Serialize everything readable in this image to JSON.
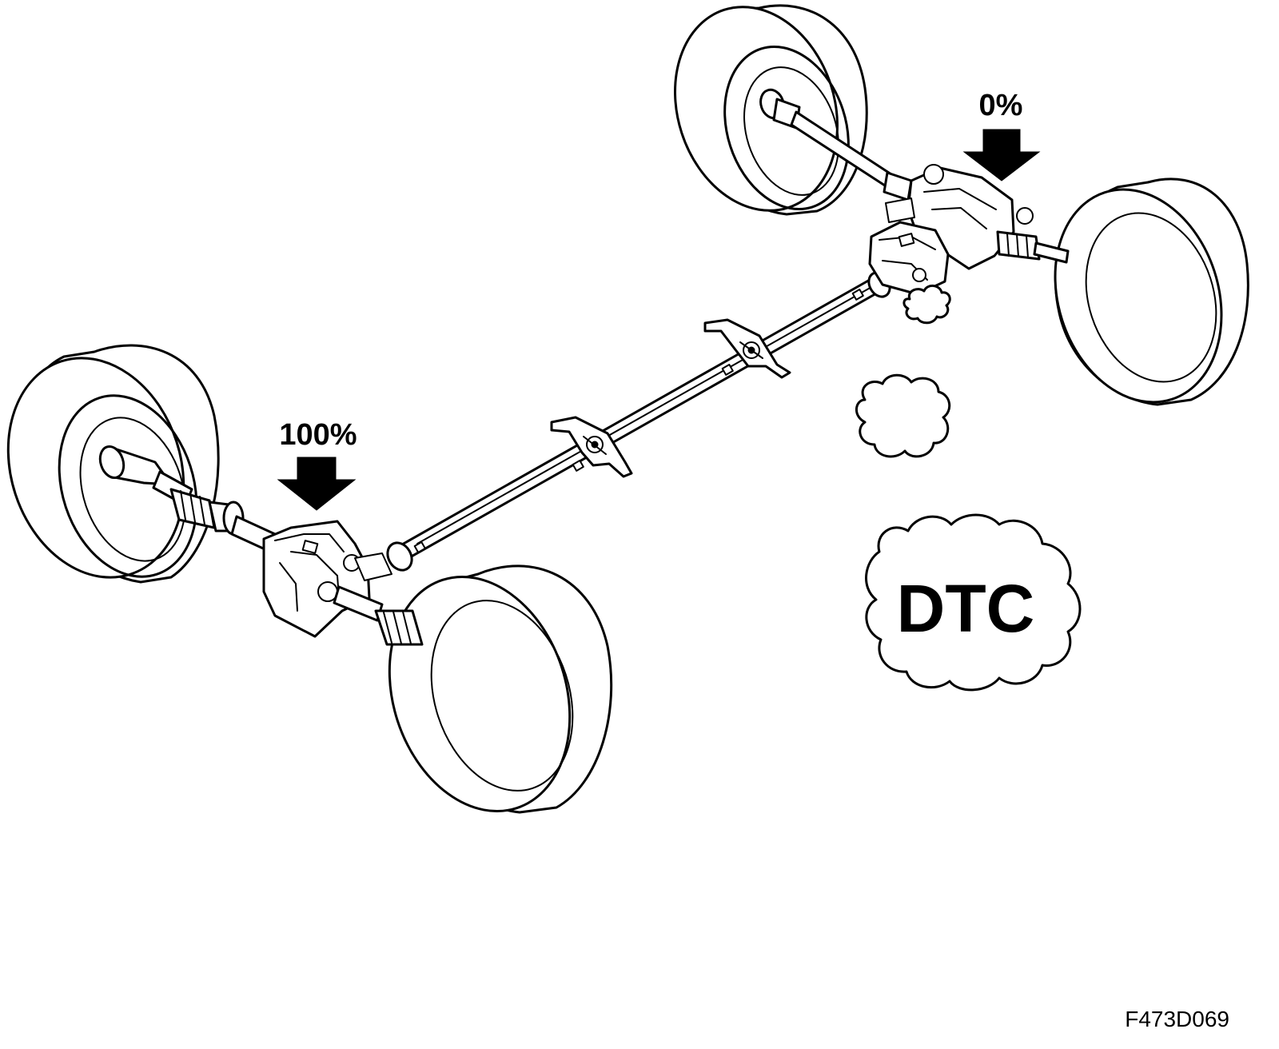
{
  "labels": {
    "front_torque": "100%",
    "rear_torque": "0%",
    "dtc": "DTC",
    "figure_id": "F473D069"
  },
  "icons": {
    "arrow": "down-arrow-icon",
    "cloud": "cloud-icon"
  },
  "colors": {
    "ink": "#000000",
    "background": "#ffffff"
  }
}
